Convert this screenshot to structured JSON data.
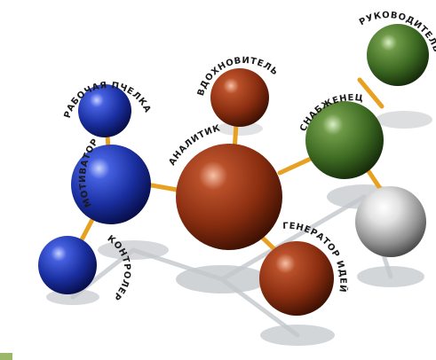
{
  "roles": {
    "worker_bee": "РАБОЧАЯ ПЧЕЛКА",
    "motivator": "МОТИВАТОР",
    "controller": "КОНТРОЛЕР",
    "inspirer": "ВДОХНОВИТЕЛЬ",
    "analyst": "АНАЛИТИК",
    "idea_generator": "ГЕНЕРАТОР ИДЕЙ",
    "supplier": "СНАБЖЕНЕЦ",
    "leader": "РУКОВОДИТЕЛЬ"
  },
  "colors": {
    "blue": "#1a2fa0",
    "brown": "#8a2e10",
    "green": "#3d6a22",
    "silver": "#9a9a9a",
    "connector": "#e8a020",
    "accent_corner": "#9bb86a"
  }
}
